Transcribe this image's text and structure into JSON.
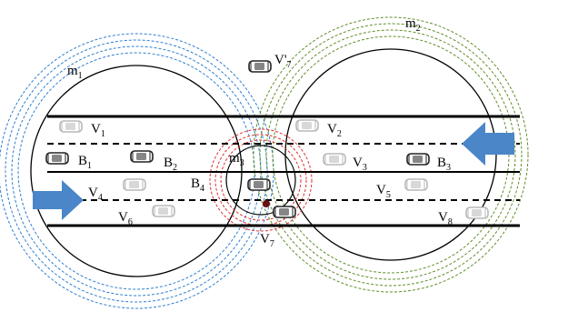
{
  "labels": {
    "m1": {
      "base": "m",
      "sub": "1"
    },
    "m2": {
      "base": "m",
      "sub": "2"
    },
    "m3": {
      "base": "m",
      "sub": "3"
    },
    "V1": {
      "base": "V",
      "sub": "1"
    },
    "V2": {
      "base": "V",
      "sub": "2"
    },
    "V3": {
      "base": "V",
      "sub": "3"
    },
    "V4": {
      "base": "V",
      "sub": "4"
    },
    "V5": {
      "base": "V",
      "sub": "5"
    },
    "V6": {
      "base": "V",
      "sub": "6"
    },
    "V7": {
      "base": "V",
      "sub": "7"
    },
    "V7p": {
      "base": "V'",
      "sub": "7"
    },
    "V8": {
      "base": "V",
      "sub": "8"
    },
    "B1": {
      "base": "B",
      "sub": "1"
    },
    "B2": {
      "base": "B",
      "sub": "2"
    },
    "B3": {
      "base": "B",
      "sub": "3"
    },
    "B4": {
      "base": "B",
      "sub": "4"
    }
  },
  "colors": {
    "road_line": "#000000",
    "m1_rings": "#2f7fd0",
    "m2_rings": "#5f8f2a",
    "m3_rings": "#e03030",
    "arrow": "#4a86c8",
    "vehicle_faded": "#b8b8b8",
    "vehicle_dark": "#222222"
  },
  "icons": {
    "vehicle": "car-top-view-icon",
    "flow_arrow": "traffic-direction-arrow-icon"
  }
}
